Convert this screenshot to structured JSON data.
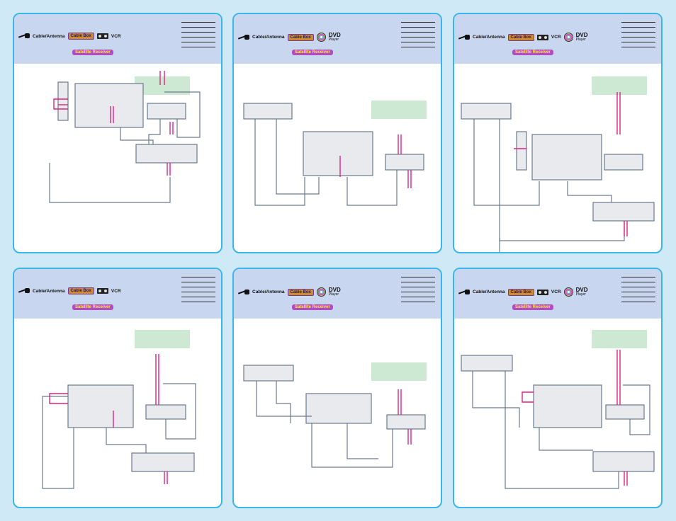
{
  "panels": [
    {
      "logos": {
        "cable": "Cable/Antenna",
        "cablebox": "Cable Box",
        "vcr": "VCR",
        "dvd": "",
        "satellite": "Satellite Receiver"
      }
    },
    {
      "logos": {
        "cable": "Cable/Antenna",
        "cablebox": "Cable Box",
        "vcr": "",
        "dvd": "DVD",
        "satellite": "Satellite Receiver"
      }
    },
    {
      "logos": {
        "cable": "Cable/Antenna",
        "cablebox": "Cable Box",
        "vcr": "VCR",
        "dvd": "DVD",
        "satellite": "Satellite Receiver"
      }
    },
    {
      "logos": {
        "cable": "Cable/Antenna",
        "cablebox": "Cable Box",
        "vcr": "VCR",
        "dvd": "",
        "satellite": "Satellite Receiver"
      }
    },
    {
      "logos": {
        "cable": "Cable/Antenna",
        "cablebox": "Cable Box",
        "vcr": "",
        "dvd": "DVD",
        "satellite": "Satellite Receiver"
      }
    },
    {
      "logos": {
        "cable": "Cable/Antenna",
        "cablebox": "Cable Box",
        "vcr": "VCR",
        "dvd": "DVD",
        "satellite": "Satellite Receiver"
      }
    }
  ],
  "player_label": "Player",
  "colors": {
    "cable": "#e0217f",
    "wire": "#6b7a90",
    "background": "#cfe9f7",
    "header": "#c9d6ef",
    "border": "#3ab6ea",
    "note": "#cde8d3"
  }
}
